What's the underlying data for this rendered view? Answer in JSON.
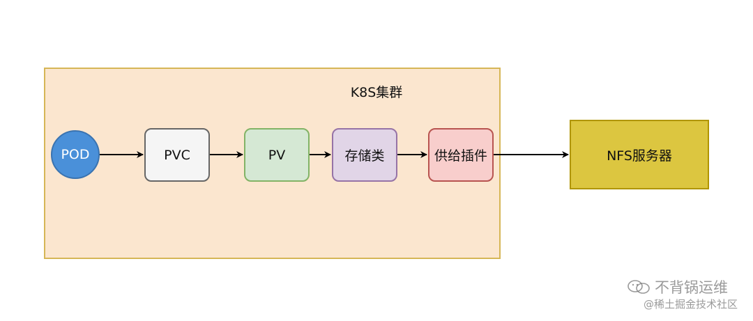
{
  "cluster": {
    "title": "K8S集群"
  },
  "nodes": {
    "pod": "POD",
    "pvc": "PVC",
    "pv": "PV",
    "storage_class": "存储类",
    "plugin": "供给插件",
    "nfs": "NFS服务器"
  },
  "watermark": {
    "account": "不背锅运维",
    "community": "@稀土掘金技术社区"
  }
}
